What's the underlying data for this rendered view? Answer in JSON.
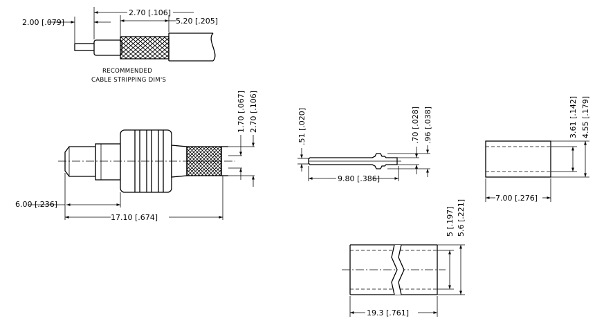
{
  "stripping": {
    "dim_pin": "2.00 [.079]",
    "dim_braid": "2.70 [.106]",
    "dim_jacket": "5.20 [.205]",
    "note_line1": "RECOMMENDED",
    "note_line2": "CABLE STRIPPING DIM'S"
  },
  "connector": {
    "dim_small_dia": "1.70 [.067]",
    "dim_ferrule_dia": "2.70 [.106]",
    "dim_front": "6.00 [.236]",
    "dim_overall": "17.10 [.674]"
  },
  "pin": {
    "dim_tip_dia": ".51 [.020]",
    "dim_pin_dia": ".70 [.028]",
    "dim_shoulder_dia": ".96 [.038]",
    "dim_length": "9.80 [.386]"
  },
  "ferrule": {
    "dim_id": "3.61 [.142]",
    "dim_od": "4.55 [.179]",
    "dim_length": "7.00 [.276]"
  },
  "tubing": {
    "dim_id": "5 [.197]",
    "dim_od": "5.6 [.221]",
    "dim_length": "19.3 [.761]"
  }
}
